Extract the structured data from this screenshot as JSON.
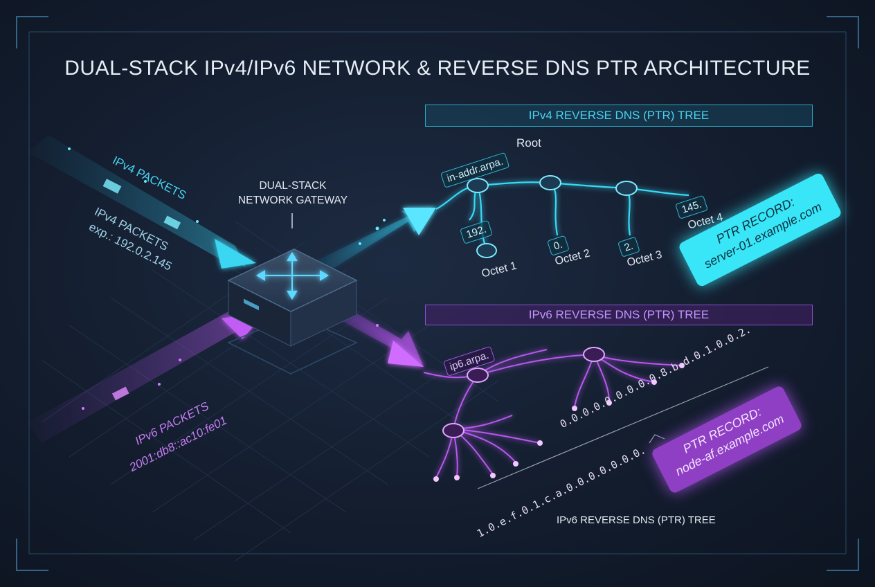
{
  "title": "DUAL-STACK IPv4/IPv6 NETWORK & REVERSE DNS PTR ARCHITECTURE",
  "gateway": {
    "line1": "DUAL-STACK",
    "line2": "NETWORK GATEWAY"
  },
  "ipv4_input": {
    "label": "IPv4 PACKETS",
    "label2": "IPv4 PACKETS",
    "example": "exp.: 192.0.2.145"
  },
  "ipv6_input": {
    "label": "IPv6 PACKETS",
    "address": "2001:db8::ac10:fe01"
  },
  "ipv4_tree": {
    "banner": "IPv4 REVERSE DNS (PTR) TREE",
    "root_tag": "in-addr.arpa.",
    "root_label": "Root",
    "nodes": [
      {
        "tag": "192.",
        "label": "Octet 1"
      },
      {
        "tag": "0.",
        "label": "Octet 2"
      },
      {
        "tag": "2.",
        "label": "Octet 3"
      },
      {
        "tag": "145.",
        "label": "Octet 4"
      }
    ],
    "ptr_title": "PTR RECORD:",
    "ptr_value": "server-01.example.com"
  },
  "ipv6_tree": {
    "banner": "IPv6 REVERSE DNS (PTR) TREE",
    "root_tag": "ip6.arpa.",
    "upper_chain": "0.0.0.0.0.0.0.0.0.8.b.d.0.1.0.0.2.",
    "lower_chain": "1.0.e.f.0.1.c.a.0.0.0.0.0.0.0.",
    "ptr_title": "PTR RECORD:",
    "ptr_value": "node-af.example.com",
    "bottom_label": "IPv6 REVERSE DNS (PTR) TREE"
  },
  "colors": {
    "ipv4_accent": "#38e6f7",
    "ipv6_accent": "#b058f0",
    "background": "#131d2e",
    "text": "#e3e9f2"
  }
}
